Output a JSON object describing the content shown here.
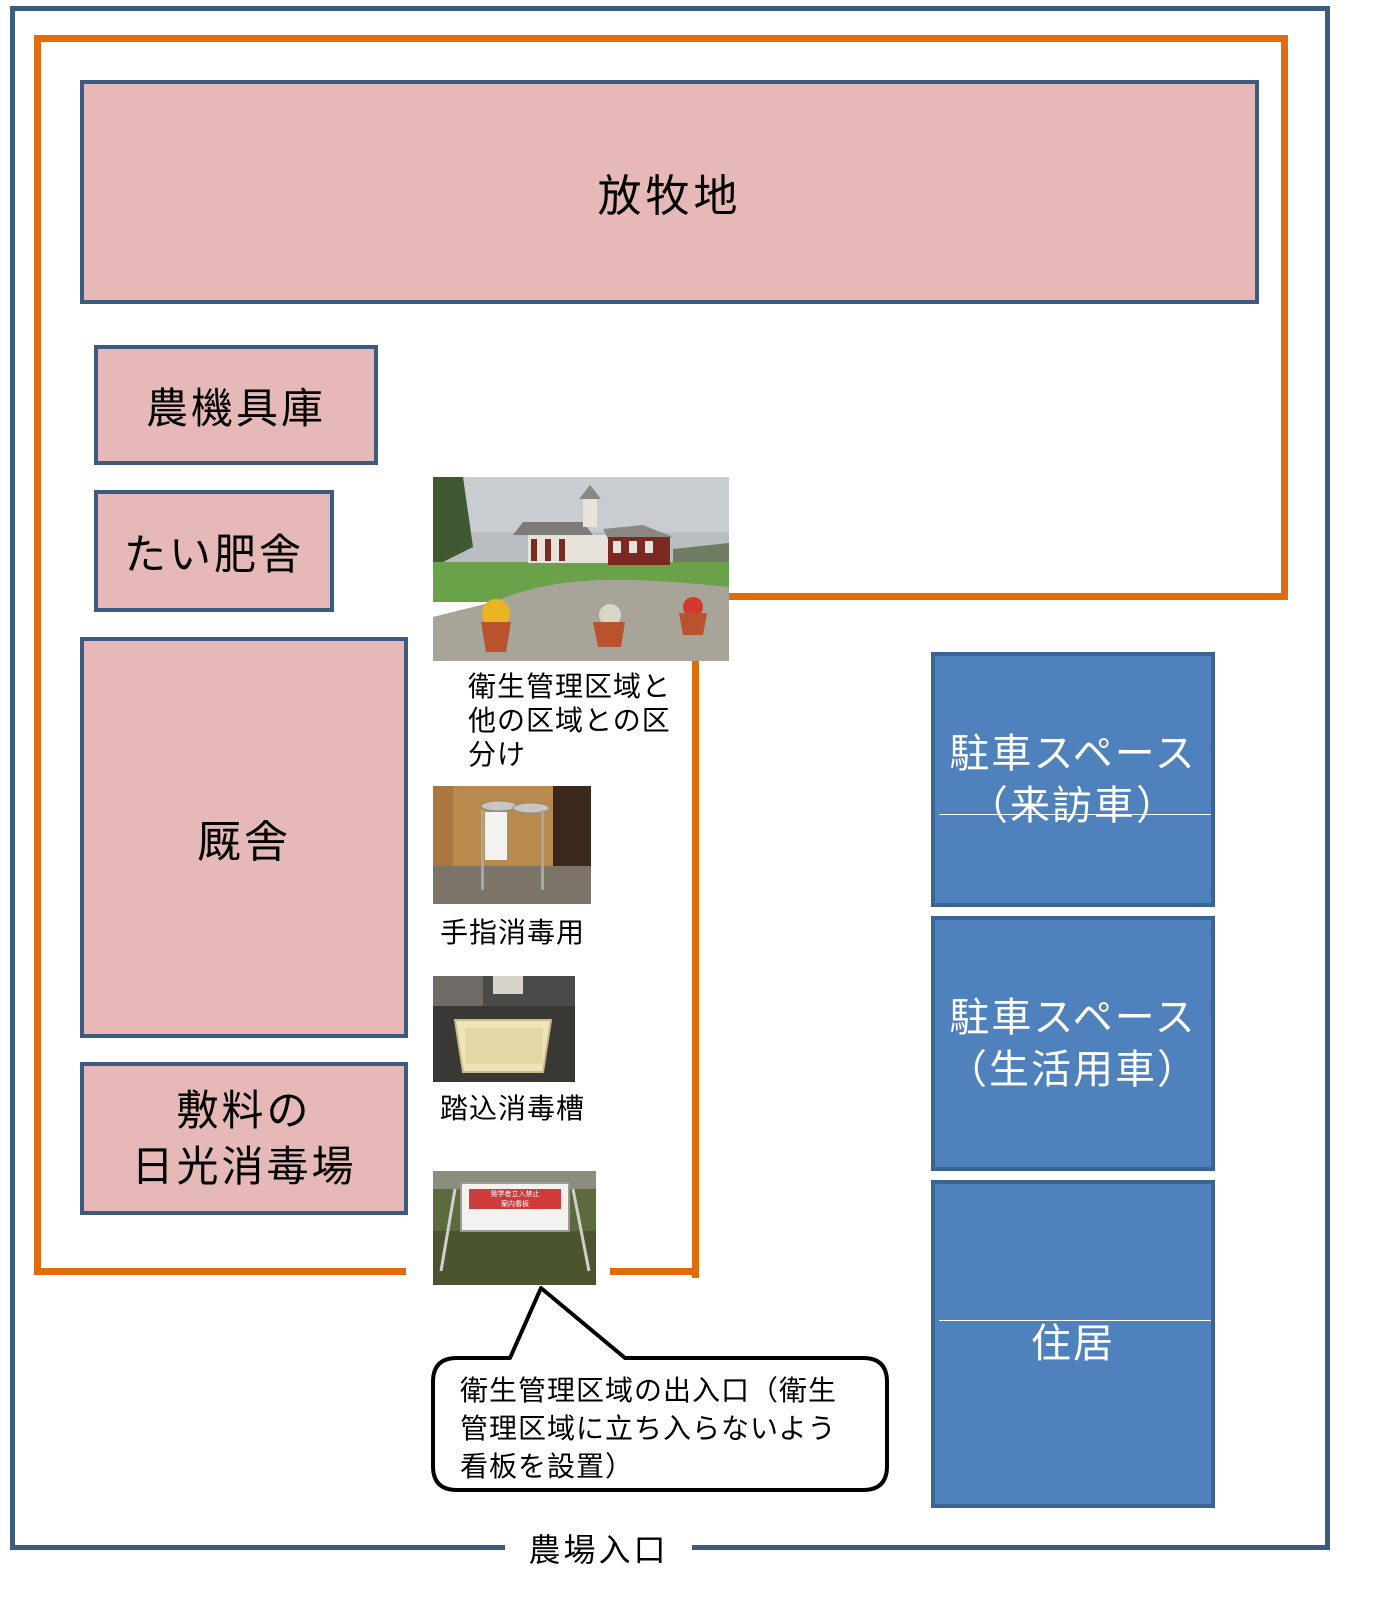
{
  "areas": {
    "pasture": "放牧地",
    "farm_equipment_storage": "農機具庫",
    "compost_shed": "たい肥舎",
    "barn": "厩舎",
    "bedding_sun_disinfection": [
      "敷料の",
      "日光消毒場"
    ]
  },
  "parking": {
    "visitor": [
      "駐車スペース",
      "（来訪車）"
    ],
    "private": [
      "駐車スペース",
      "（生活用車）"
    ],
    "residence": "住居"
  },
  "photos": {
    "zone_boundary_caption": [
      "衛生管理区域と",
      "他の区域との区",
      "分け"
    ],
    "hand_disinfection_caption": "手指消毒用",
    "footbath_caption": "踏込消毒槽",
    "signboard_text": [
      "発学者立入禁止",
      "案内看板"
    ]
  },
  "callout": {
    "text": [
      "衛生管理区域の出入口（衛生",
      "管理区域に立ち入らないよう",
      "看板を設置）"
    ]
  },
  "farm_entrance": "農場入口",
  "colors": {
    "hygiene_zone_boundary": "#e36c0a",
    "farm_boundary": "#3d5a80",
    "building_fill": "#e6b8b7",
    "parking_fill": "#4f81bd"
  }
}
